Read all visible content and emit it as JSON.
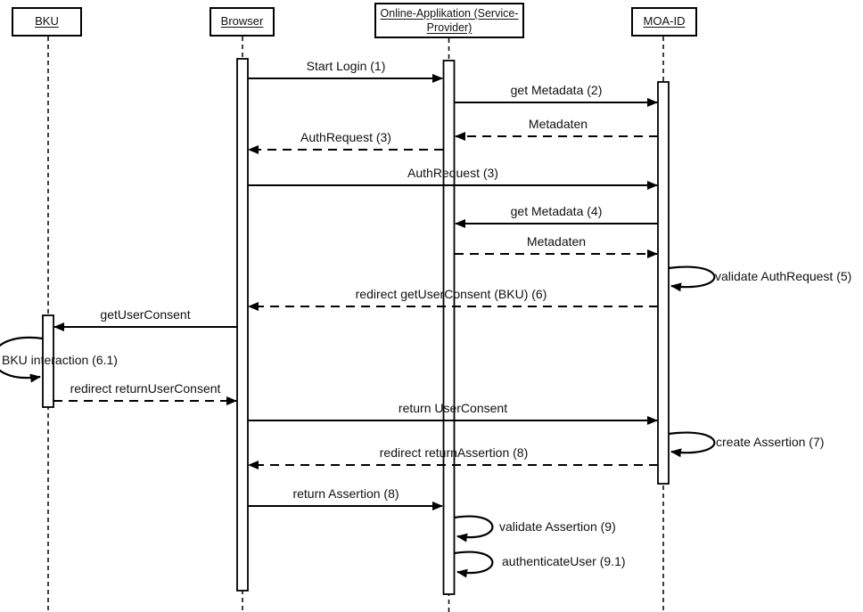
{
  "diagram": {
    "type": "uml-sequence",
    "colors": {
      "background": "#ffffff",
      "line": "#000000",
      "text": "#111111",
      "activation_fill": "#ffffff"
    },
    "actors": [
      {
        "id": "bku",
        "label": "BKU",
        "lines": [
          "BKU"
        ]
      },
      {
        "id": "browser",
        "label": "Browser",
        "lines": [
          "Browser"
        ]
      },
      {
        "id": "online-applikation",
        "label": "Online-Applikation (Service-Provider)",
        "lines": [
          "Online-Applikation (Service-",
          "Provider)"
        ]
      },
      {
        "id": "moa-id",
        "label": "MOA-ID",
        "lines": [
          "MOA-ID"
        ]
      }
    ],
    "messages": [
      {
        "label": "Start Login (1)",
        "from": "browser",
        "to": "online-applikation",
        "line": "solid"
      },
      {
        "label": "get Metadata (2)",
        "from": "online-applikation",
        "to": "moa-id",
        "line": "solid"
      },
      {
        "label": "Metadaten",
        "from": "moa-id",
        "to": "online-applikation",
        "line": "dashed"
      },
      {
        "label": "AuthRequest (3)",
        "from": "online-applikation",
        "to": "browser",
        "line": "dashed"
      },
      {
        "label": "AuthRequest (3)",
        "from": "browser",
        "to": "moa-id",
        "line": "solid"
      },
      {
        "label": "get Metadata (4)",
        "from": "moa-id",
        "to": "online-applikation",
        "line": "solid"
      },
      {
        "label": "Metadaten",
        "from": "online-applikation",
        "to": "moa-id",
        "line": "dashed"
      },
      {
        "label": "redirect getUserConsent (BKU) (6)",
        "from": "moa-id",
        "to": "browser",
        "line": "dashed"
      },
      {
        "label": "getUserConsent",
        "from": "browser",
        "to": "bku",
        "line": "solid"
      },
      {
        "label": "redirect returnUserConsent",
        "from": "bku",
        "to": "browser",
        "line": "dashed"
      },
      {
        "label": "return UserConsent",
        "from": "browser",
        "to": "moa-id",
        "line": "solid"
      },
      {
        "label": "redirect returnAssertion (8)",
        "from": "moa-id",
        "to": "browser",
        "line": "dashed"
      },
      {
        "label": "return Assertion (8)",
        "from": "browser",
        "to": "online-applikation",
        "line": "solid"
      }
    ],
    "self_messages": [
      {
        "label": "validate AuthRequest (5)",
        "actor": "moa-id"
      },
      {
        "label": "BKU interaction (6.1)",
        "actor": "bku"
      },
      {
        "label": "create Assertion (7)",
        "actor": "moa-id"
      },
      {
        "label": "validate Assertion (9)",
        "actor": "online-applikation"
      },
      {
        "label": "authenticateUser (9.1)",
        "actor": "online-applikation"
      }
    ]
  }
}
